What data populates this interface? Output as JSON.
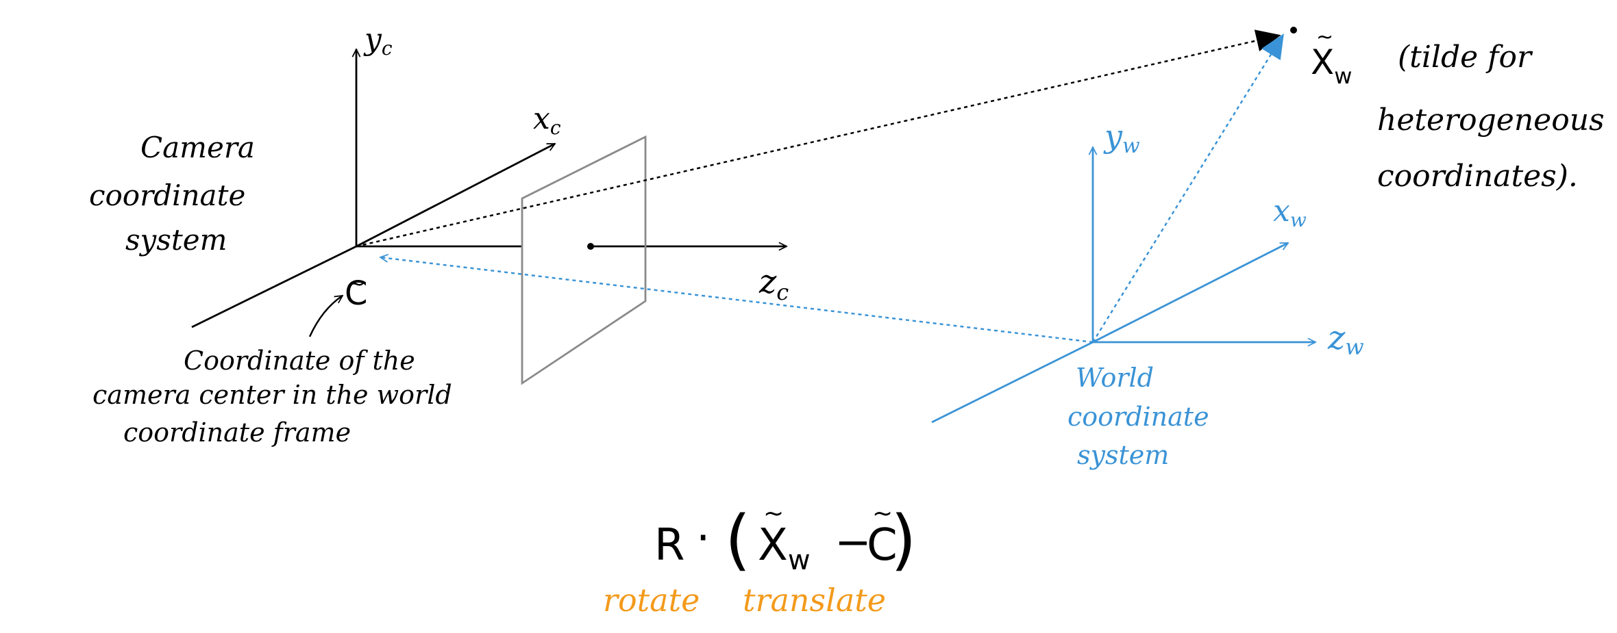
{
  "camera_frame": {
    "label_lines": [
      "Camera",
      "coordinate",
      "system"
    ],
    "axis_y": "y",
    "axis_y_sub": "c",
    "axis_x": "x",
    "axis_x_sub": "c",
    "axis_z": "z",
    "axis_z_sub": "c",
    "center_label": "C",
    "center_tilde": "~",
    "center_caption_lines": [
      "Coordinate of the",
      "camera center in the world",
      "coordinate frame"
    ]
  },
  "world_frame": {
    "label_lines": [
      "World",
      "coordinate",
      "system"
    ],
    "axis_y": "y",
    "axis_y_sub": "w",
    "axis_x": "x",
    "axis_x_sub": "w",
    "axis_z": "z",
    "axis_z_sub": "w"
  },
  "world_point": {
    "label": "X",
    "label_sub": "w",
    "tilde": "~",
    "note_lines": [
      "(tilde for",
      "heterogeneous",
      "coordinates)."
    ]
  },
  "equation": {
    "r": "R",
    "dot": "·",
    "open_paren": "(",
    "x": "X",
    "x_sub": "w",
    "minus": "−",
    "c": "C",
    "tilde": "~",
    "close_paren": ")",
    "rotate_label": "rotate",
    "translate_label": "translate"
  },
  "colors": {
    "black": "#000000",
    "blue": "#3a93d6",
    "orange": "#f39a1b",
    "gray": "#8a8a8a"
  }
}
